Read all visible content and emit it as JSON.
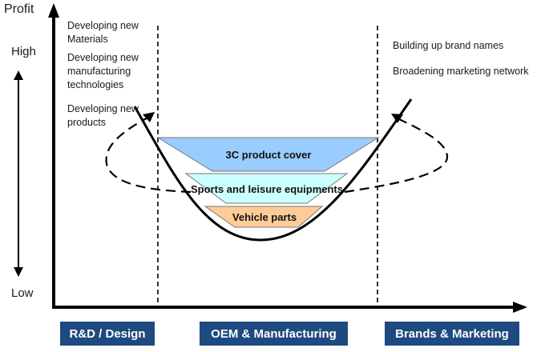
{
  "axes": {
    "y_title": "Profit",
    "high_label": "High",
    "low_label": "Low"
  },
  "annotations_left": [
    {
      "text": "Developing new\nMaterials"
    },
    {
      "text": "Developing new\nmanufacturing\ntechnologies"
    },
    {
      "text": "Developing new\nproducts"
    }
  ],
  "annotations_right": [
    {
      "text": "Building up brand names"
    },
    {
      "text": "Broadening marketing network"
    }
  ],
  "segments": [
    {
      "label": "3C product cover",
      "color": "#99ccff"
    },
    {
      "label": "Sports and leisure equipments",
      "color": "#ccffff"
    },
    {
      "label": "Vehicle parts",
      "color": "#ffcc99"
    }
  ],
  "stages": [
    {
      "label": "R&D / Design"
    },
    {
      "label": "OEM & Manufacturing"
    },
    {
      "label": "Brands & Marketing"
    }
  ],
  "colors": {
    "stage_bg": "#1f4a80",
    "stage_text": "#ffffff",
    "line": "#000000"
  }
}
